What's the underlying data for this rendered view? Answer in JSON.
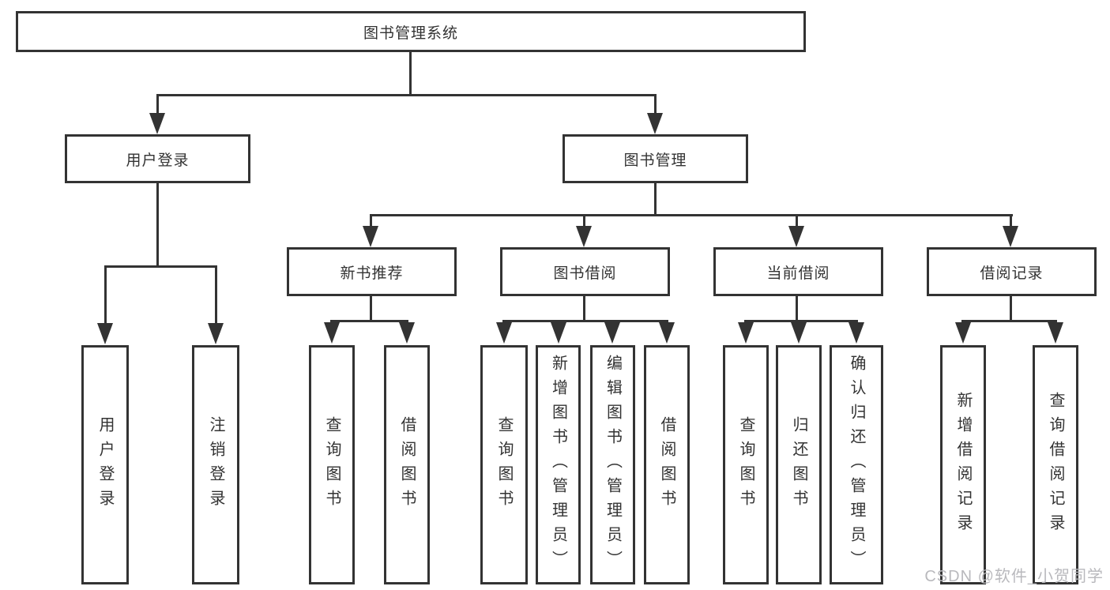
{
  "diagram": {
    "title": "图书管理系统",
    "level1": {
      "user_login": "用户登录",
      "book_mgmt": "图书管理"
    },
    "level2": {
      "new_books": "新书推荐",
      "borrowing": "图书借阅",
      "current": "当前借阅",
      "records": "借阅记录"
    },
    "leaves": {
      "user_login": [
        "用户登录",
        "注销登录"
      ],
      "new_books": [
        "查询图书",
        "借阅图书"
      ],
      "borrowing": [
        "查询图书",
        "新增图书（管理员）",
        "编辑图书（管理员）",
        "借阅图书"
      ],
      "current": [
        "查询图书",
        "归还图书",
        "确认归还（管理员）"
      ],
      "records": [
        "新增借阅记录",
        "查询借阅记录"
      ]
    }
  },
  "watermark": "CSDN @软件_小贺同学",
  "colors": {
    "line": "#333333",
    "text": "#333333",
    "background": "#ffffff",
    "watermark": "#b9b9bd"
  }
}
